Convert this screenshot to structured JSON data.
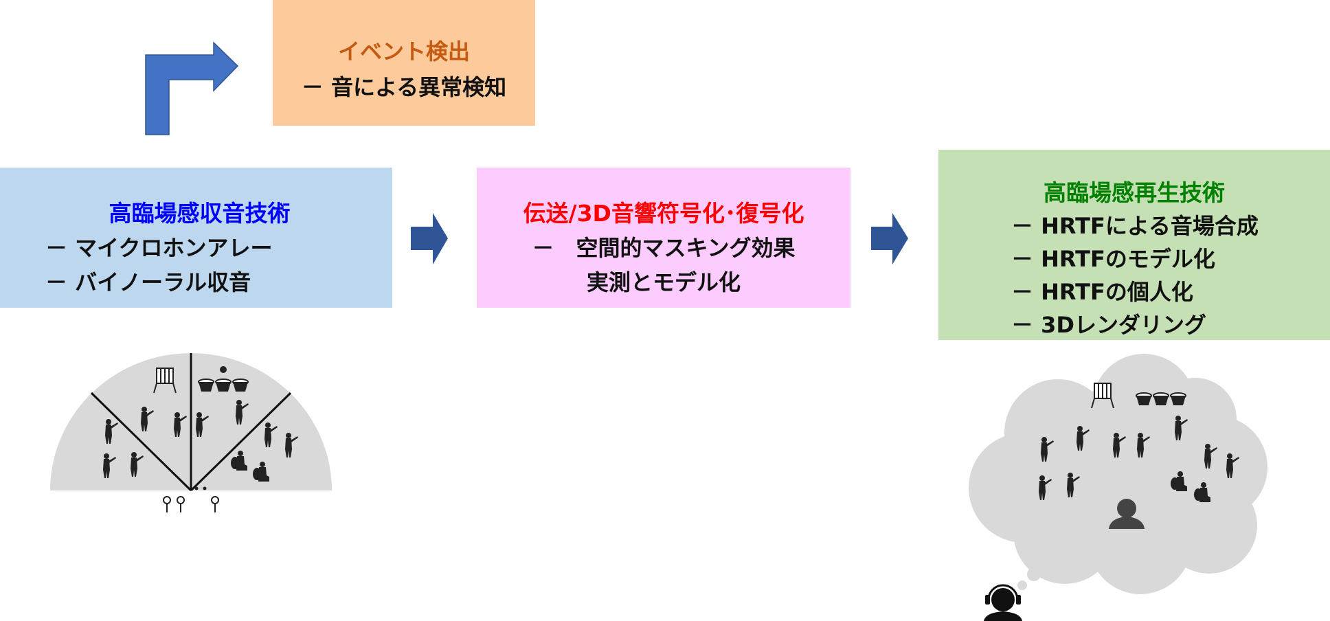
{
  "colors": {
    "event_title": "#c55a11",
    "capture_title": "#0000ff",
    "transmit_title": "#ff0000",
    "reproduction_title": "#008000",
    "arrow": "#2f5597",
    "bent_arrow": "#4472c4"
  },
  "event_detection": {
    "title": "イベント検出",
    "items": [
      "－ 音による異常検知"
    ]
  },
  "capture": {
    "title": "高臨場感収音技術",
    "items": [
      "－ マイクロホンアレー",
      "－ バイノーラル収音"
    ]
  },
  "transmission": {
    "title": "伝送/3D音響符号化･復号化",
    "items": [
      "－　空間的マスキング効果",
      "実測とモデル化"
    ]
  },
  "reproduction": {
    "title": "高臨場感再生技術",
    "items": [
      "－ HRTFによる音場合成",
      "－ HRTFのモデル化",
      "－ HRTFの個人化",
      "－ 3Dレンダリング"
    ]
  },
  "icons": [
    "bent-arrow-icon",
    "right-arrow-icon",
    "orchestra-stage-icon",
    "microphone-icon",
    "thought-cloud-icon",
    "listener-headphones-icon"
  ]
}
